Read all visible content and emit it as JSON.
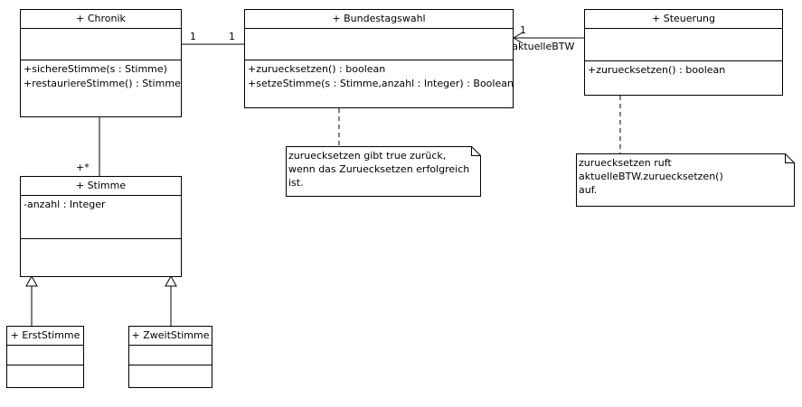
{
  "classes": {
    "chronik": {
      "name": "+ Chronik",
      "attributes": [],
      "operations": [
        "+sichereStimme(s : Stimme)",
        "+restauriereStimme() : Stimme"
      ]
    },
    "bundestagswahl": {
      "name": "+ Bundestagswahl",
      "attributes": [],
      "operations": [
        "+zuruecksetzen() : boolean",
        "+setzeStimme(s : Stimme,anzahl : Integer) : Boolean"
      ]
    },
    "steuerung": {
      "name": "+ Steuerung",
      "attributes": [],
      "operations": [
        "+zuruecksetzen() : boolean"
      ]
    },
    "stimme": {
      "name": "+ Stimme",
      "attributes": [
        "-anzahl : Integer"
      ],
      "operations": []
    },
    "erststimme": {
      "name": "+ ErstStimme",
      "attributes": [],
      "operations": []
    },
    "zweitstimme": {
      "name": "+ ZweitStimme",
      "attributes": [],
      "operations": []
    }
  },
  "associations": {
    "chronik_bundestagswahl": {
      "left_multiplicity": "1",
      "right_multiplicity": "1"
    },
    "chronik_stimme": {
      "multiplicity": "+*"
    },
    "steuerung_bundestagswahl": {
      "multiplicity": "1",
      "role": "+aktuelleBTW"
    }
  },
  "notes": {
    "bundestagswahl_note": [
      "zuruecksetzen gibt true zurück,",
      "wenn das Zuruecksetzen erfolgreich",
      "ist."
    ],
    "steuerung_note": [
      "zuruecksetzen ruft",
      "aktuelleBTW.zuruecksetzen()",
      "auf."
    ]
  }
}
